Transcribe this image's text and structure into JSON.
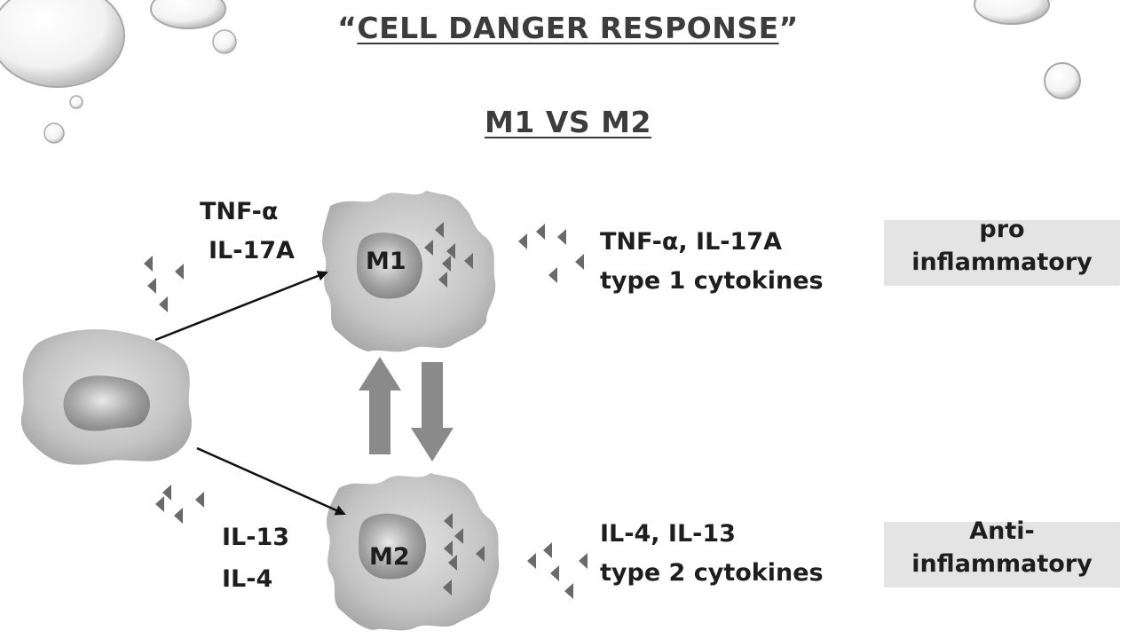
{
  "title": {
    "open_quote": "“",
    "text": "CELL DANGER RESPONSE",
    "close_quote": "”"
  },
  "subtitle": "M1 VS M2",
  "m1": {
    "cell_label": "M1",
    "inducers": [
      "TNF-α",
      "IL-17A"
    ],
    "outputs": [
      "TNF-α, IL-17A",
      "type 1 cytokines"
    ],
    "category": [
      "pro",
      "inflammatory"
    ]
  },
  "m2": {
    "cell_label": "M2",
    "inducers": [
      "IL-13",
      "IL-4"
    ],
    "outputs": [
      "IL-4, IL-13",
      "type 2 cytokines"
    ],
    "category": [
      "Anti-",
      "inflammatory"
    ]
  },
  "colors": {
    "cell_fill": "#bdbdbd",
    "nucleus_fill": "#8e8e8e",
    "box_fill": "#e4e4e4",
    "triangle": "#6a6a6a",
    "block_arrow": "#8a8a8a"
  }
}
